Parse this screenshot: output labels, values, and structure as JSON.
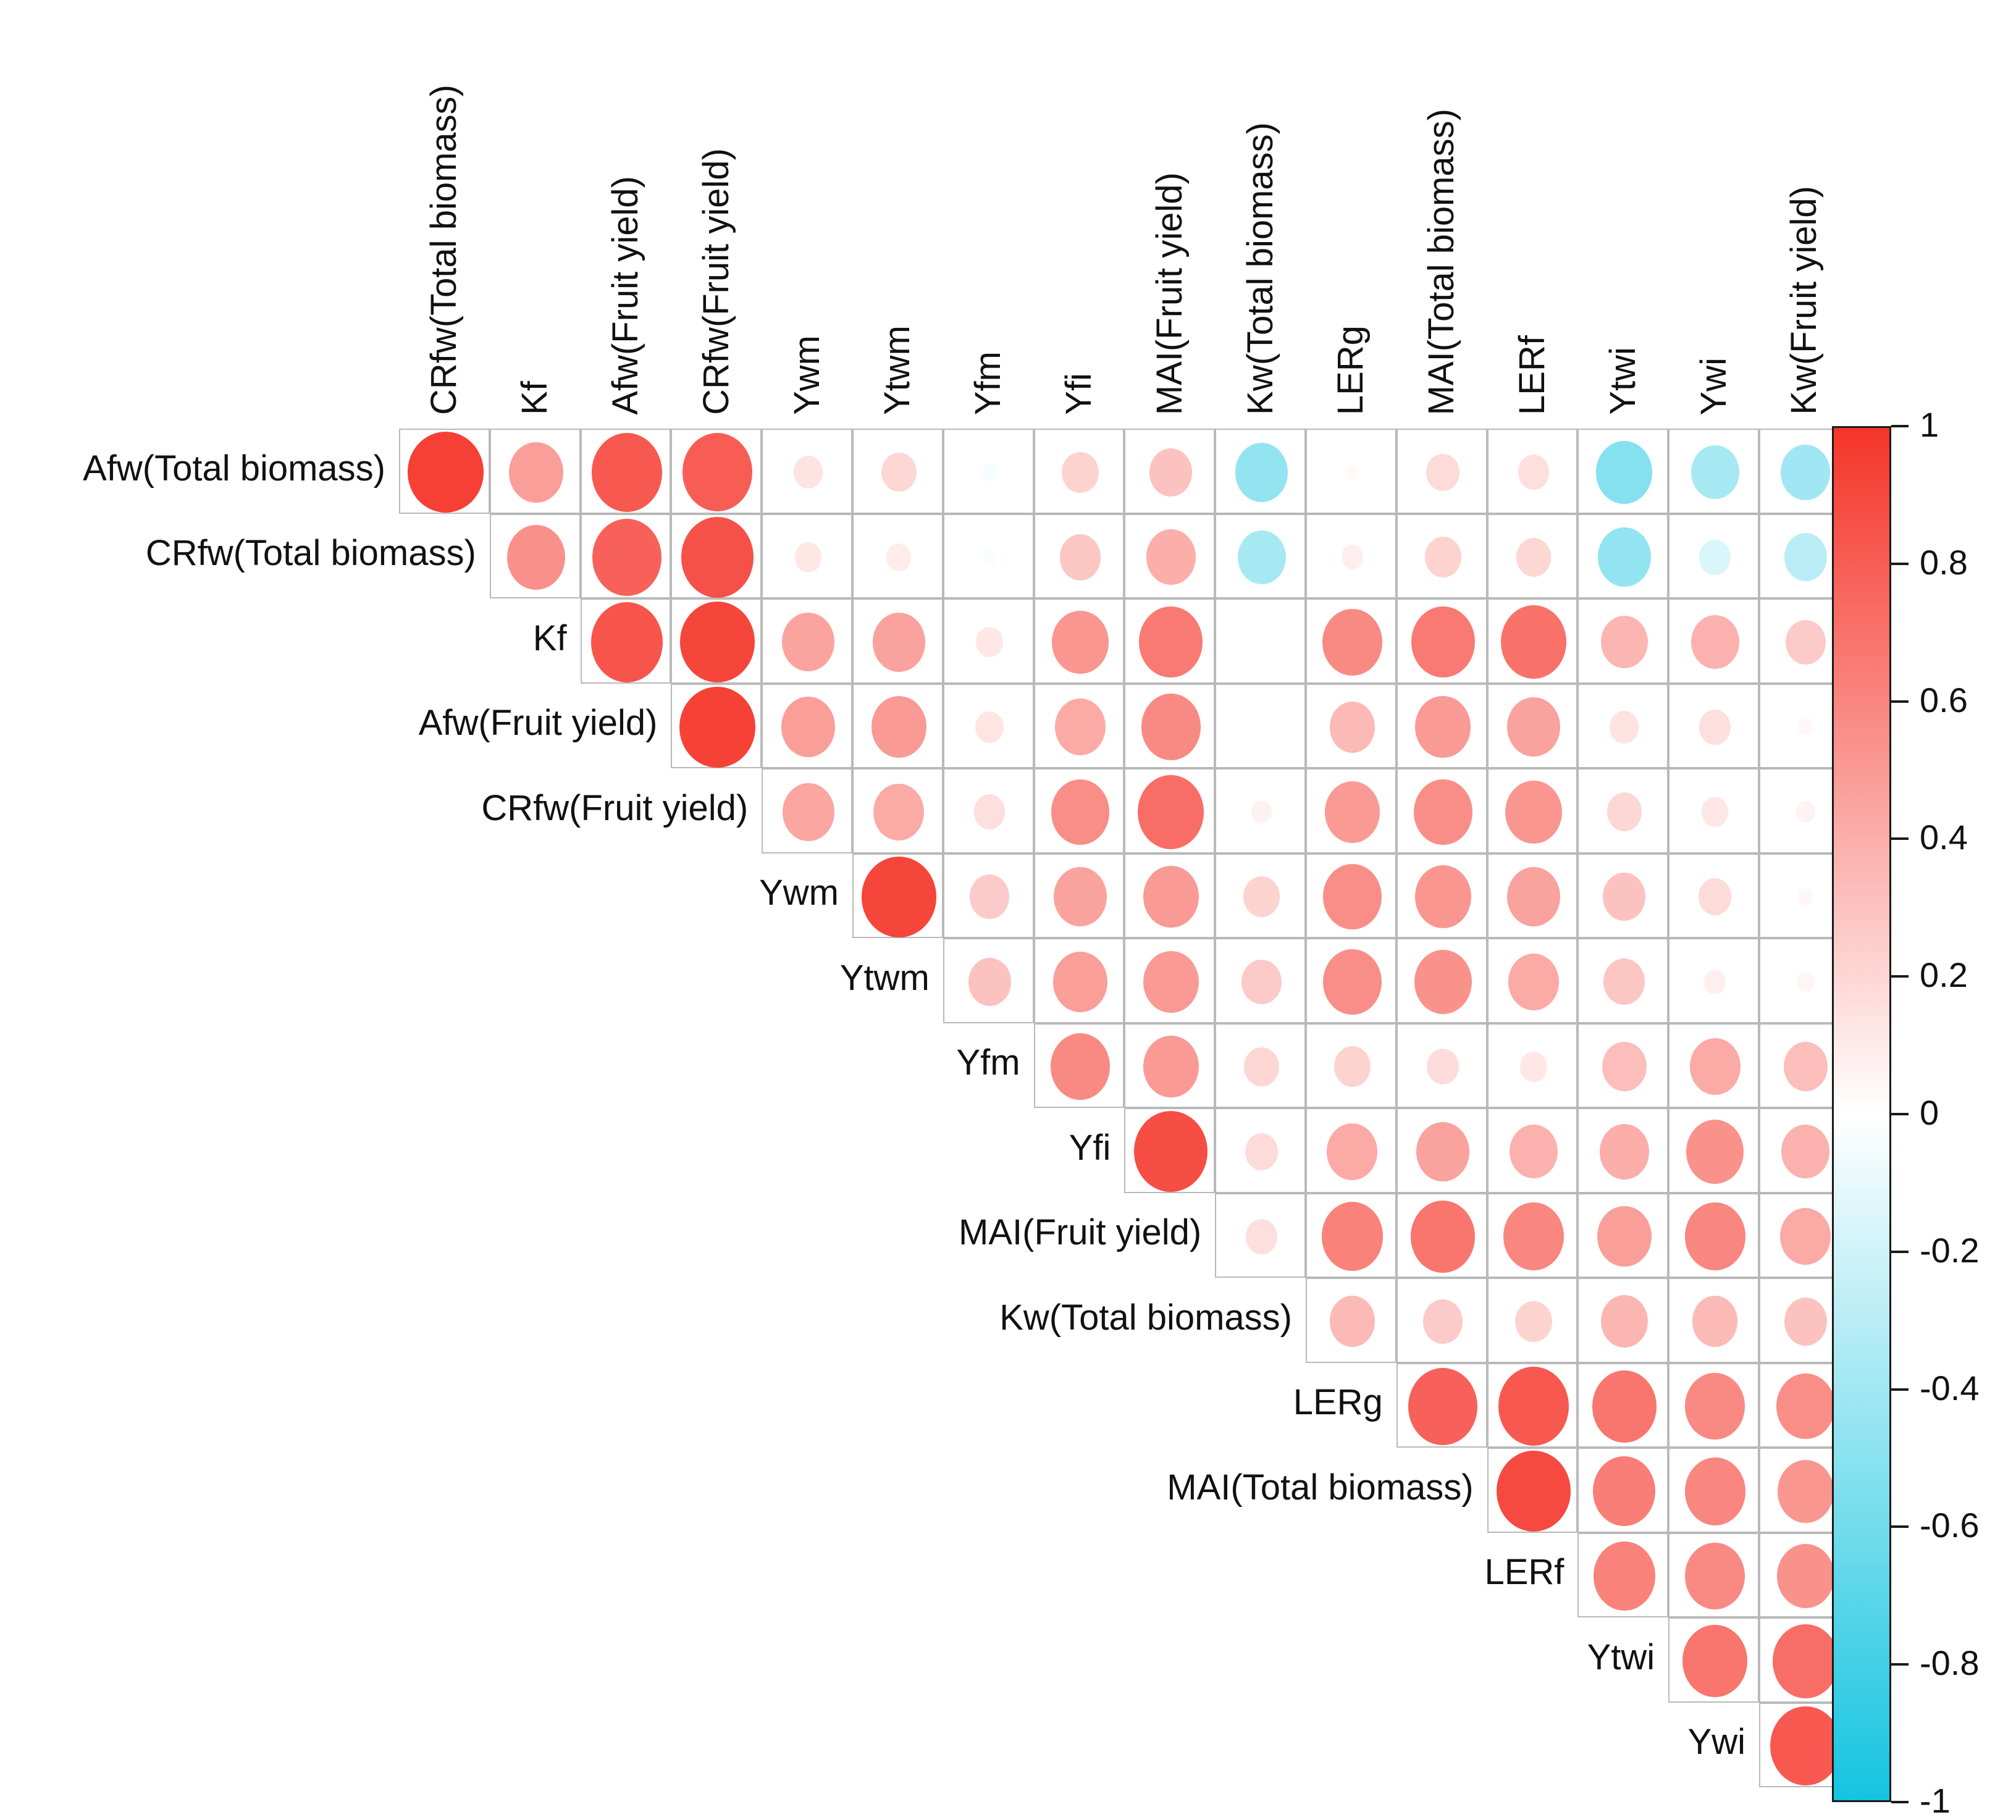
{
  "chart_data": {
    "type": "heatmap",
    "title": "",
    "subtitle": "",
    "xlabel": "",
    "ylabel": "",
    "grid": true,
    "legend_position": "right",
    "shape": "circle",
    "display": "upper-triangle-offdiagonal",
    "colorbar": {
      "min": -1,
      "max": 1,
      "ticks": [
        1,
        0.8,
        0.6,
        0.4,
        0.2,
        0,
        -0.2,
        -0.4,
        -0.6,
        -0.8,
        -1
      ],
      "tick_labels": [
        "1",
        "0.8",
        "0.6",
        "0.4",
        "0.2",
        "0",
        "-0.2",
        "-0.4",
        "-0.6",
        "-0.8",
        "-1"
      ],
      "positive_color": "#f5352a",
      "zero_color": "#ffffff",
      "negative_color": "#14c4e0"
    },
    "row_labels": [
      "Afw(Total biomass)",
      "CRfw(Total biomass)",
      "Kf",
      "Afw(Fruit yield)",
      "CRfw(Fruit yield)",
      "Ywm",
      "Ytwm",
      "Yfm",
      "Yfi",
      "MAI(Fruit yield)",
      "Kw(Total biomass)",
      "LERg",
      "MAI(Total biomass)",
      "LERf",
      "Ytwi",
      "Ywi"
    ],
    "col_labels": [
      "CRfw(Total biomass)",
      "Kf",
      "Afw(Fruit yield)",
      "CRfw(Fruit yield)",
      "Ywm",
      "Ytwm",
      "Yfm",
      "Yfi",
      "MAI(Fruit yield)",
      "Kw(Total biomass)",
      "LERg",
      "MAI(Total biomass)",
      "LERf",
      "Ytwi",
      "Ywi",
      "Kw(Fruit yield)"
    ],
    "values": [
      [
        0.95,
        0.48,
        0.82,
        0.8,
        0.14,
        0.2,
        -0.04,
        0.22,
        0.3,
        -0.46,
        0.03,
        0.18,
        0.16,
        -0.52,
        -0.38,
        -0.4
      ],
      [
        null,
        0.55,
        0.78,
        0.86,
        0.12,
        0.1,
        -0.03,
        0.28,
        0.4,
        -0.38,
        0.08,
        0.22,
        0.2,
        -0.46,
        -0.16,
        -0.3
      ],
      [
        null,
        null,
        0.84,
        0.92,
        0.45,
        0.46,
        0.12,
        0.52,
        0.66,
        null,
        0.58,
        0.66,
        0.7,
        0.36,
        0.38,
        0.26
      ],
      [
        null,
        null,
        null,
        0.94,
        0.48,
        0.5,
        0.13,
        0.42,
        0.58,
        null,
        0.34,
        0.5,
        0.46,
        0.14,
        0.16,
        0.04
      ],
      [
        null,
        null,
        null,
        null,
        0.44,
        0.42,
        0.16,
        0.56,
        0.72,
        0.07,
        0.5,
        0.56,
        0.52,
        0.2,
        0.12,
        0.06
      ],
      [
        null,
        null,
        null,
        null,
        null,
        0.92,
        0.26,
        0.46,
        0.5,
        0.22,
        0.56,
        0.52,
        0.46,
        0.3,
        0.18,
        0.04
      ],
      [
        null,
        null,
        null,
        null,
        null,
        null,
        0.3,
        0.48,
        0.5,
        0.26,
        0.56,
        0.54,
        0.42,
        0.28,
        0.08,
        0.05
      ],
      [
        null,
        null,
        null,
        null,
        null,
        null,
        null,
        0.58,
        0.5,
        0.2,
        0.22,
        0.17,
        0.12,
        0.32,
        0.42,
        0.32
      ],
      [
        null,
        null,
        null,
        null,
        null,
        null,
        null,
        null,
        0.88,
        0.18,
        0.42,
        0.46,
        0.38,
        0.4,
        0.54,
        0.38
      ],
      [
        null,
        null,
        null,
        null,
        null,
        null,
        null,
        null,
        null,
        0.16,
        0.62,
        0.68,
        0.6,
        0.48,
        0.6,
        0.42
      ],
      [
        null,
        null,
        null,
        null,
        null,
        null,
        null,
        null,
        null,
        null,
        0.34,
        0.26,
        0.22,
        0.36,
        0.34,
        0.3
      ],
      [
        null,
        null,
        null,
        null,
        null,
        null,
        null,
        null,
        null,
        null,
        null,
        0.78,
        0.82,
        0.68,
        0.58,
        0.56
      ],
      [
        null,
        null,
        null,
        null,
        null,
        null,
        null,
        null,
        null,
        null,
        null,
        null,
        0.9,
        0.64,
        0.6,
        0.52
      ],
      [
        null,
        null,
        null,
        null,
        null,
        null,
        null,
        null,
        null,
        null,
        null,
        null,
        null,
        0.62,
        0.58,
        0.54
      ],
      [
        null,
        null,
        null,
        null,
        null,
        null,
        null,
        null,
        null,
        null,
        null,
        null,
        null,
        null,
        0.68,
        0.72
      ],
      [
        null,
        null,
        null,
        null,
        null,
        null,
        null,
        null,
        null,
        null,
        null,
        null,
        null,
        null,
        null,
        0.82
      ]
    ]
  }
}
